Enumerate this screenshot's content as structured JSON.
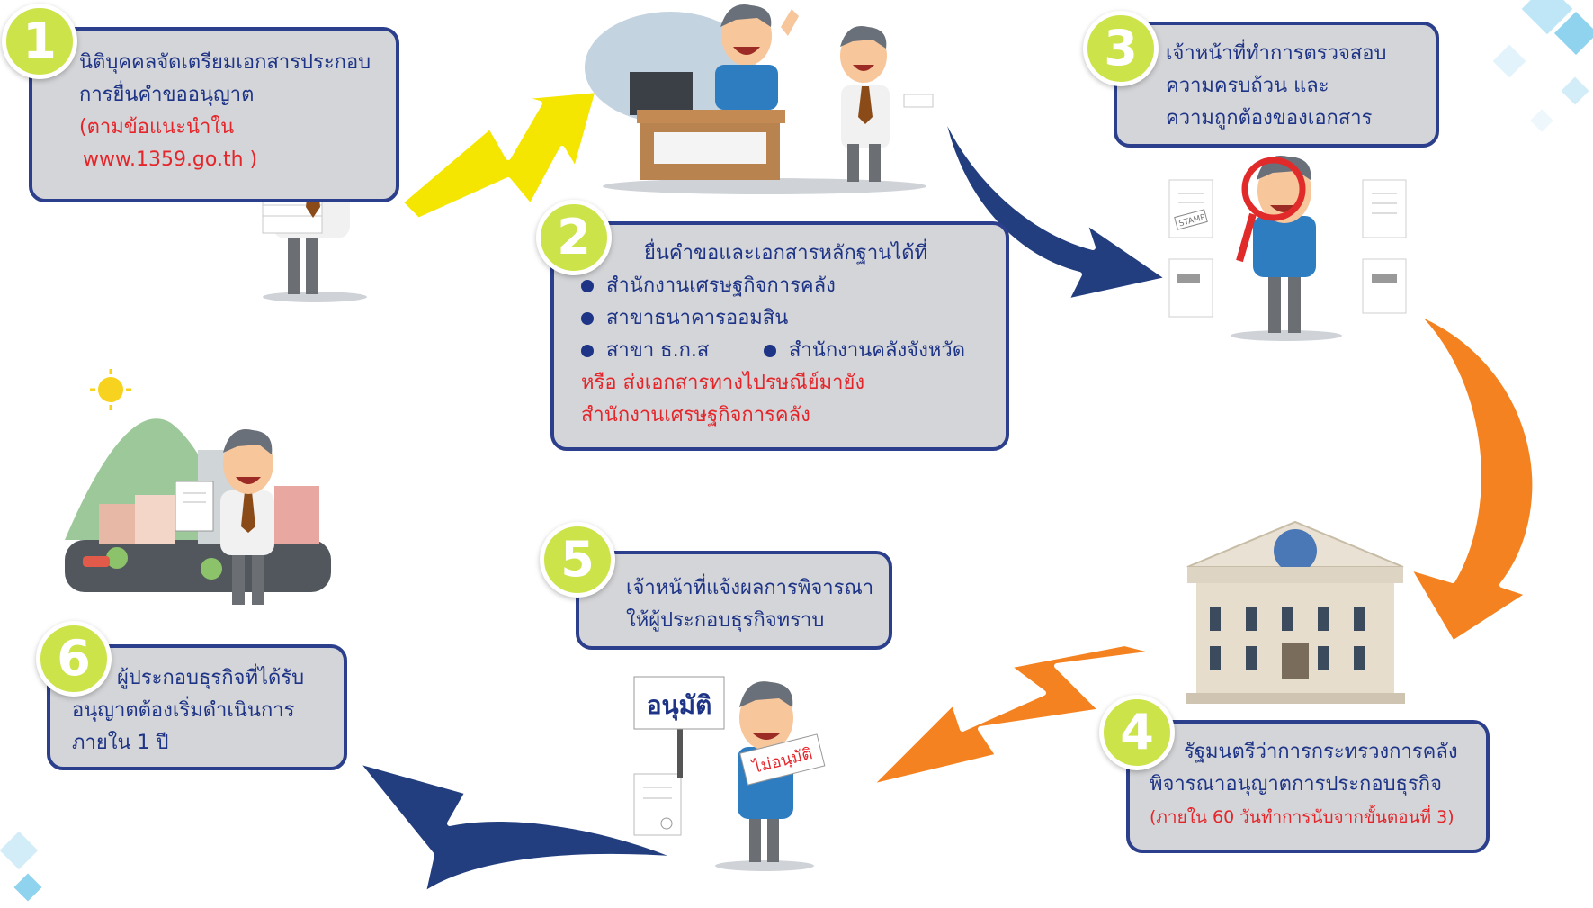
{
  "steps": {
    "s1": {
      "num": "1",
      "line1": "นิติบุคคลจัดเตรียมเอกสารประกอบ",
      "line2": "การยื่นคำขออนุญาต",
      "note1": "(ตามข้อแนะนำใน",
      "note2": "www.1359.go.th )"
    },
    "s2": {
      "num": "2",
      "title": "ยื่นคำขอและเอกสารหลักฐานได้ที่",
      "b1": "สำนักงานเศรษฐกิจการคลัง",
      "b2": "สาขาธนาคารออมสิน",
      "b3": "สาขา ธ.ก.ส",
      "b4": "สำนักงานคลังจังหวัด",
      "alt1": "หรือ ส่งเอกสารทางไปรษณีย์มายัง",
      "alt2": "สำนักงานเศรษฐกิจการคลัง"
    },
    "s3": {
      "num": "3",
      "line1": "เจ้าหน้าที่ทำการตรวจสอบ",
      "line2": "ความครบถ้วน และ",
      "line3": "ความถูกต้องของเอกสาร"
    },
    "s4": {
      "num": "4",
      "line1": "รัฐมนตรีว่าการกระทรวงการคลัง",
      "line2": "พิจารณาอนุญาตการประกอบธุรกิจ",
      "note": "(ภายใน 60 วันทำการนับจากขั้นตอนที่ 3)"
    },
    "s5": {
      "num": "5",
      "line1": "เจ้าหน้าที่แจ้งผลการพิจารณา",
      "line2": "ให้ผู้ประกอบธุรกิจทราบ"
    },
    "s6": {
      "num": "6",
      "line1": "ผู้ประกอบธุรกิจที่ได้รับ",
      "line2": "อนุญาตต้องเริ่มดำเนินการ",
      "line3": "ภายใน 1 ปี"
    }
  },
  "signs": {
    "approve": "อนุมัติ",
    "reject": "ไม่อนุมัติ",
    "stamp": "STAMP"
  },
  "colors": {
    "box_fill": "#d4d5d8",
    "box_border": "#2c3f8c",
    "text_blue": "#1e3486",
    "text_red": "#e4262b",
    "badge": "#cde34a",
    "arrow_yellow": "#f4e600",
    "arrow_navy": "#233e7e",
    "arrow_orange": "#f58220"
  }
}
